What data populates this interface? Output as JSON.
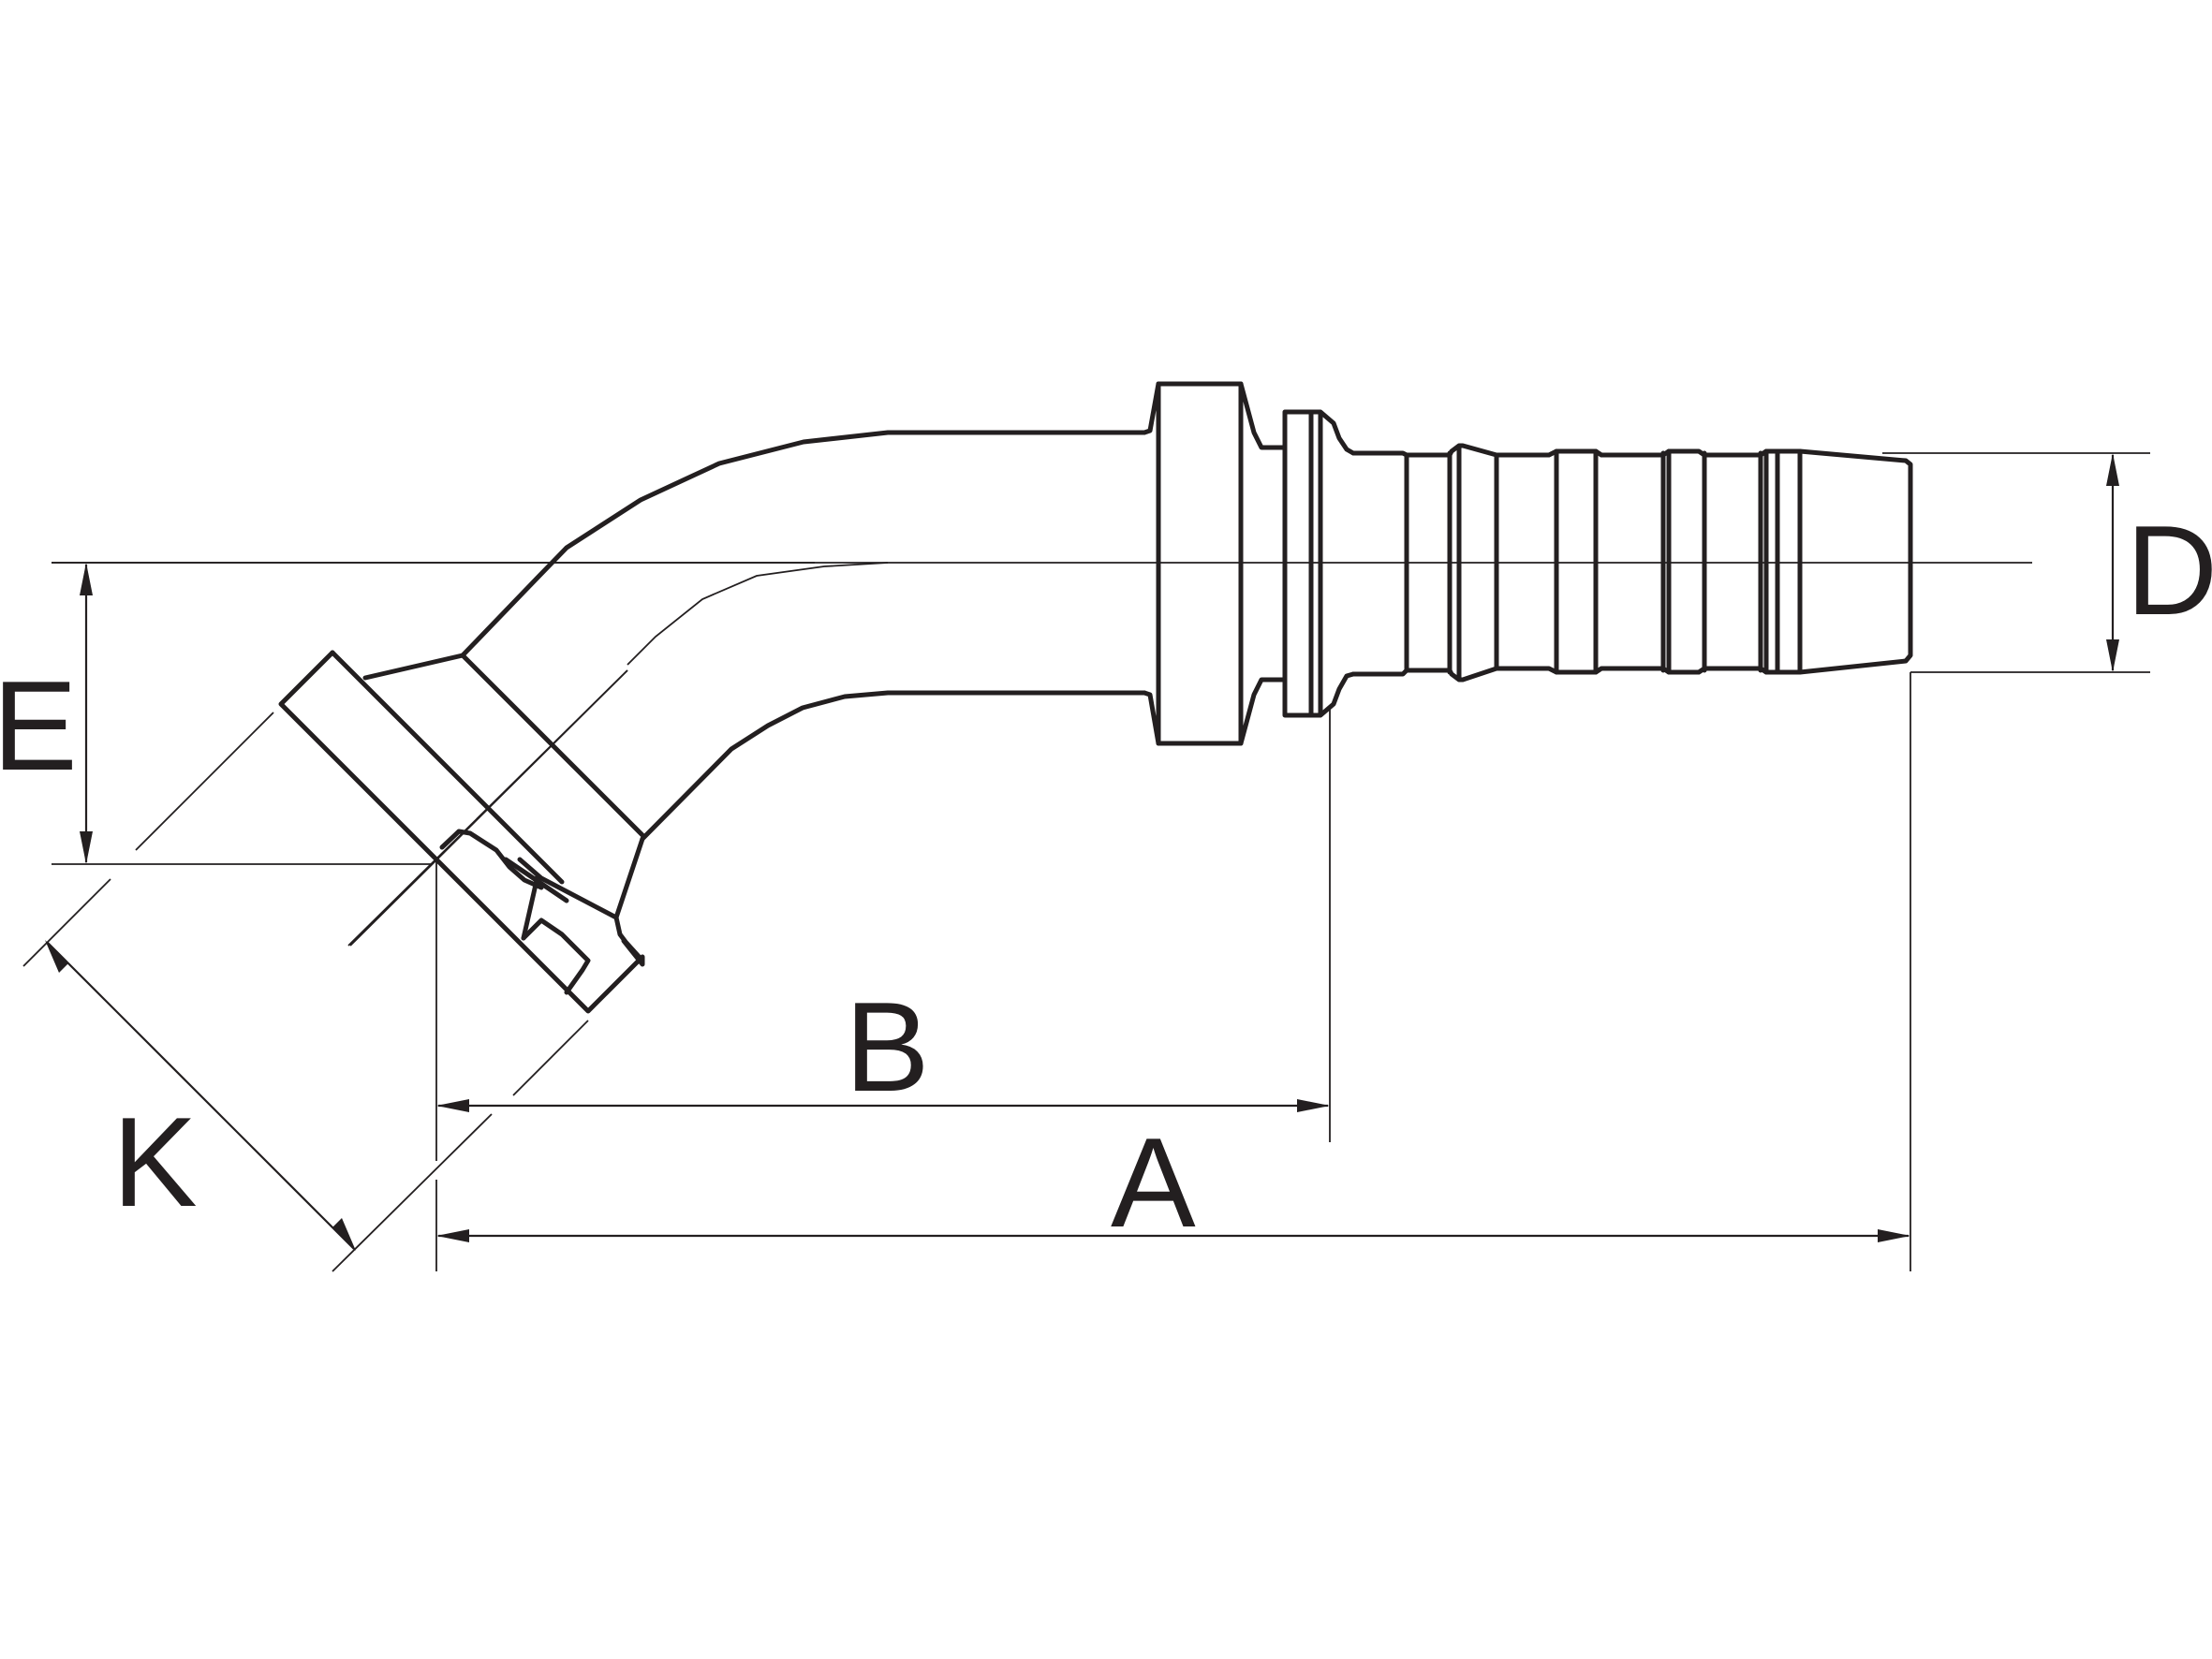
{
  "labels": {
    "a": "A",
    "b": "B",
    "d": "D",
    "e": "E",
    "k": "K"
  },
  "colors": {
    "line": "#231f20",
    "background": "#ffffff"
  }
}
